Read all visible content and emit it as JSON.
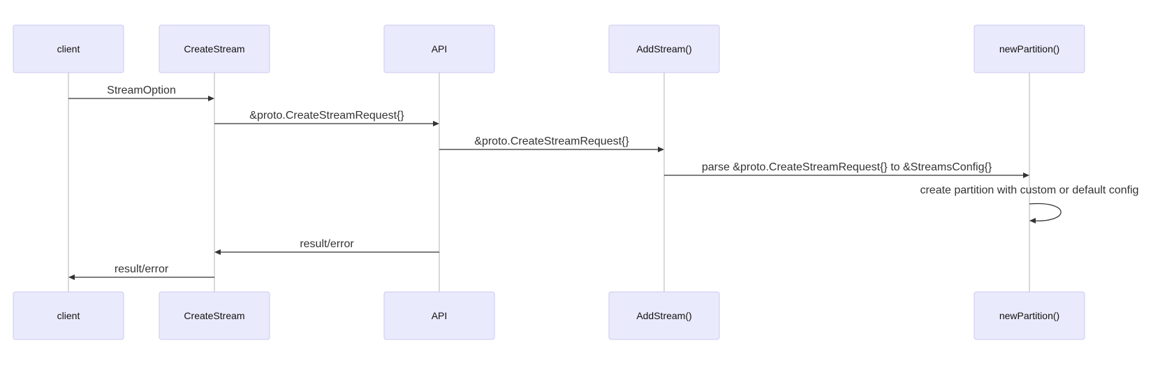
{
  "diagram": {
    "type": "sequence",
    "participants": [
      {
        "id": "client",
        "label": "client"
      },
      {
        "id": "createstream",
        "label": "CreateStream"
      },
      {
        "id": "api",
        "label": "API"
      },
      {
        "id": "addstream",
        "label": "AddStream()"
      },
      {
        "id": "newpartition",
        "label": "newPartition()"
      }
    ],
    "messages": [
      {
        "from": "client",
        "to": "createstream",
        "label": "StreamOption"
      },
      {
        "from": "createstream",
        "to": "api",
        "label": "&proto.CreateStreamRequest{}"
      },
      {
        "from": "api",
        "to": "addstream",
        "label": "&proto.CreateStreamRequest{}"
      },
      {
        "from": "addstream",
        "to": "newpartition",
        "label": "parse &proto.CreateStreamRequest{} to &StreamsConfig{}"
      },
      {
        "from": "newpartition",
        "to": "newpartition",
        "label": "create partition with custom or default config"
      },
      {
        "from": "api",
        "to": "createstream",
        "label": "result/error"
      },
      {
        "from": "createstream",
        "to": "client",
        "label": "result/error"
      }
    ],
    "colors": {
      "actor_fill": "#eaeafd",
      "actor_border": "#c9c9f0",
      "lifeline": "#b3b3b3",
      "message": "#333333"
    }
  }
}
